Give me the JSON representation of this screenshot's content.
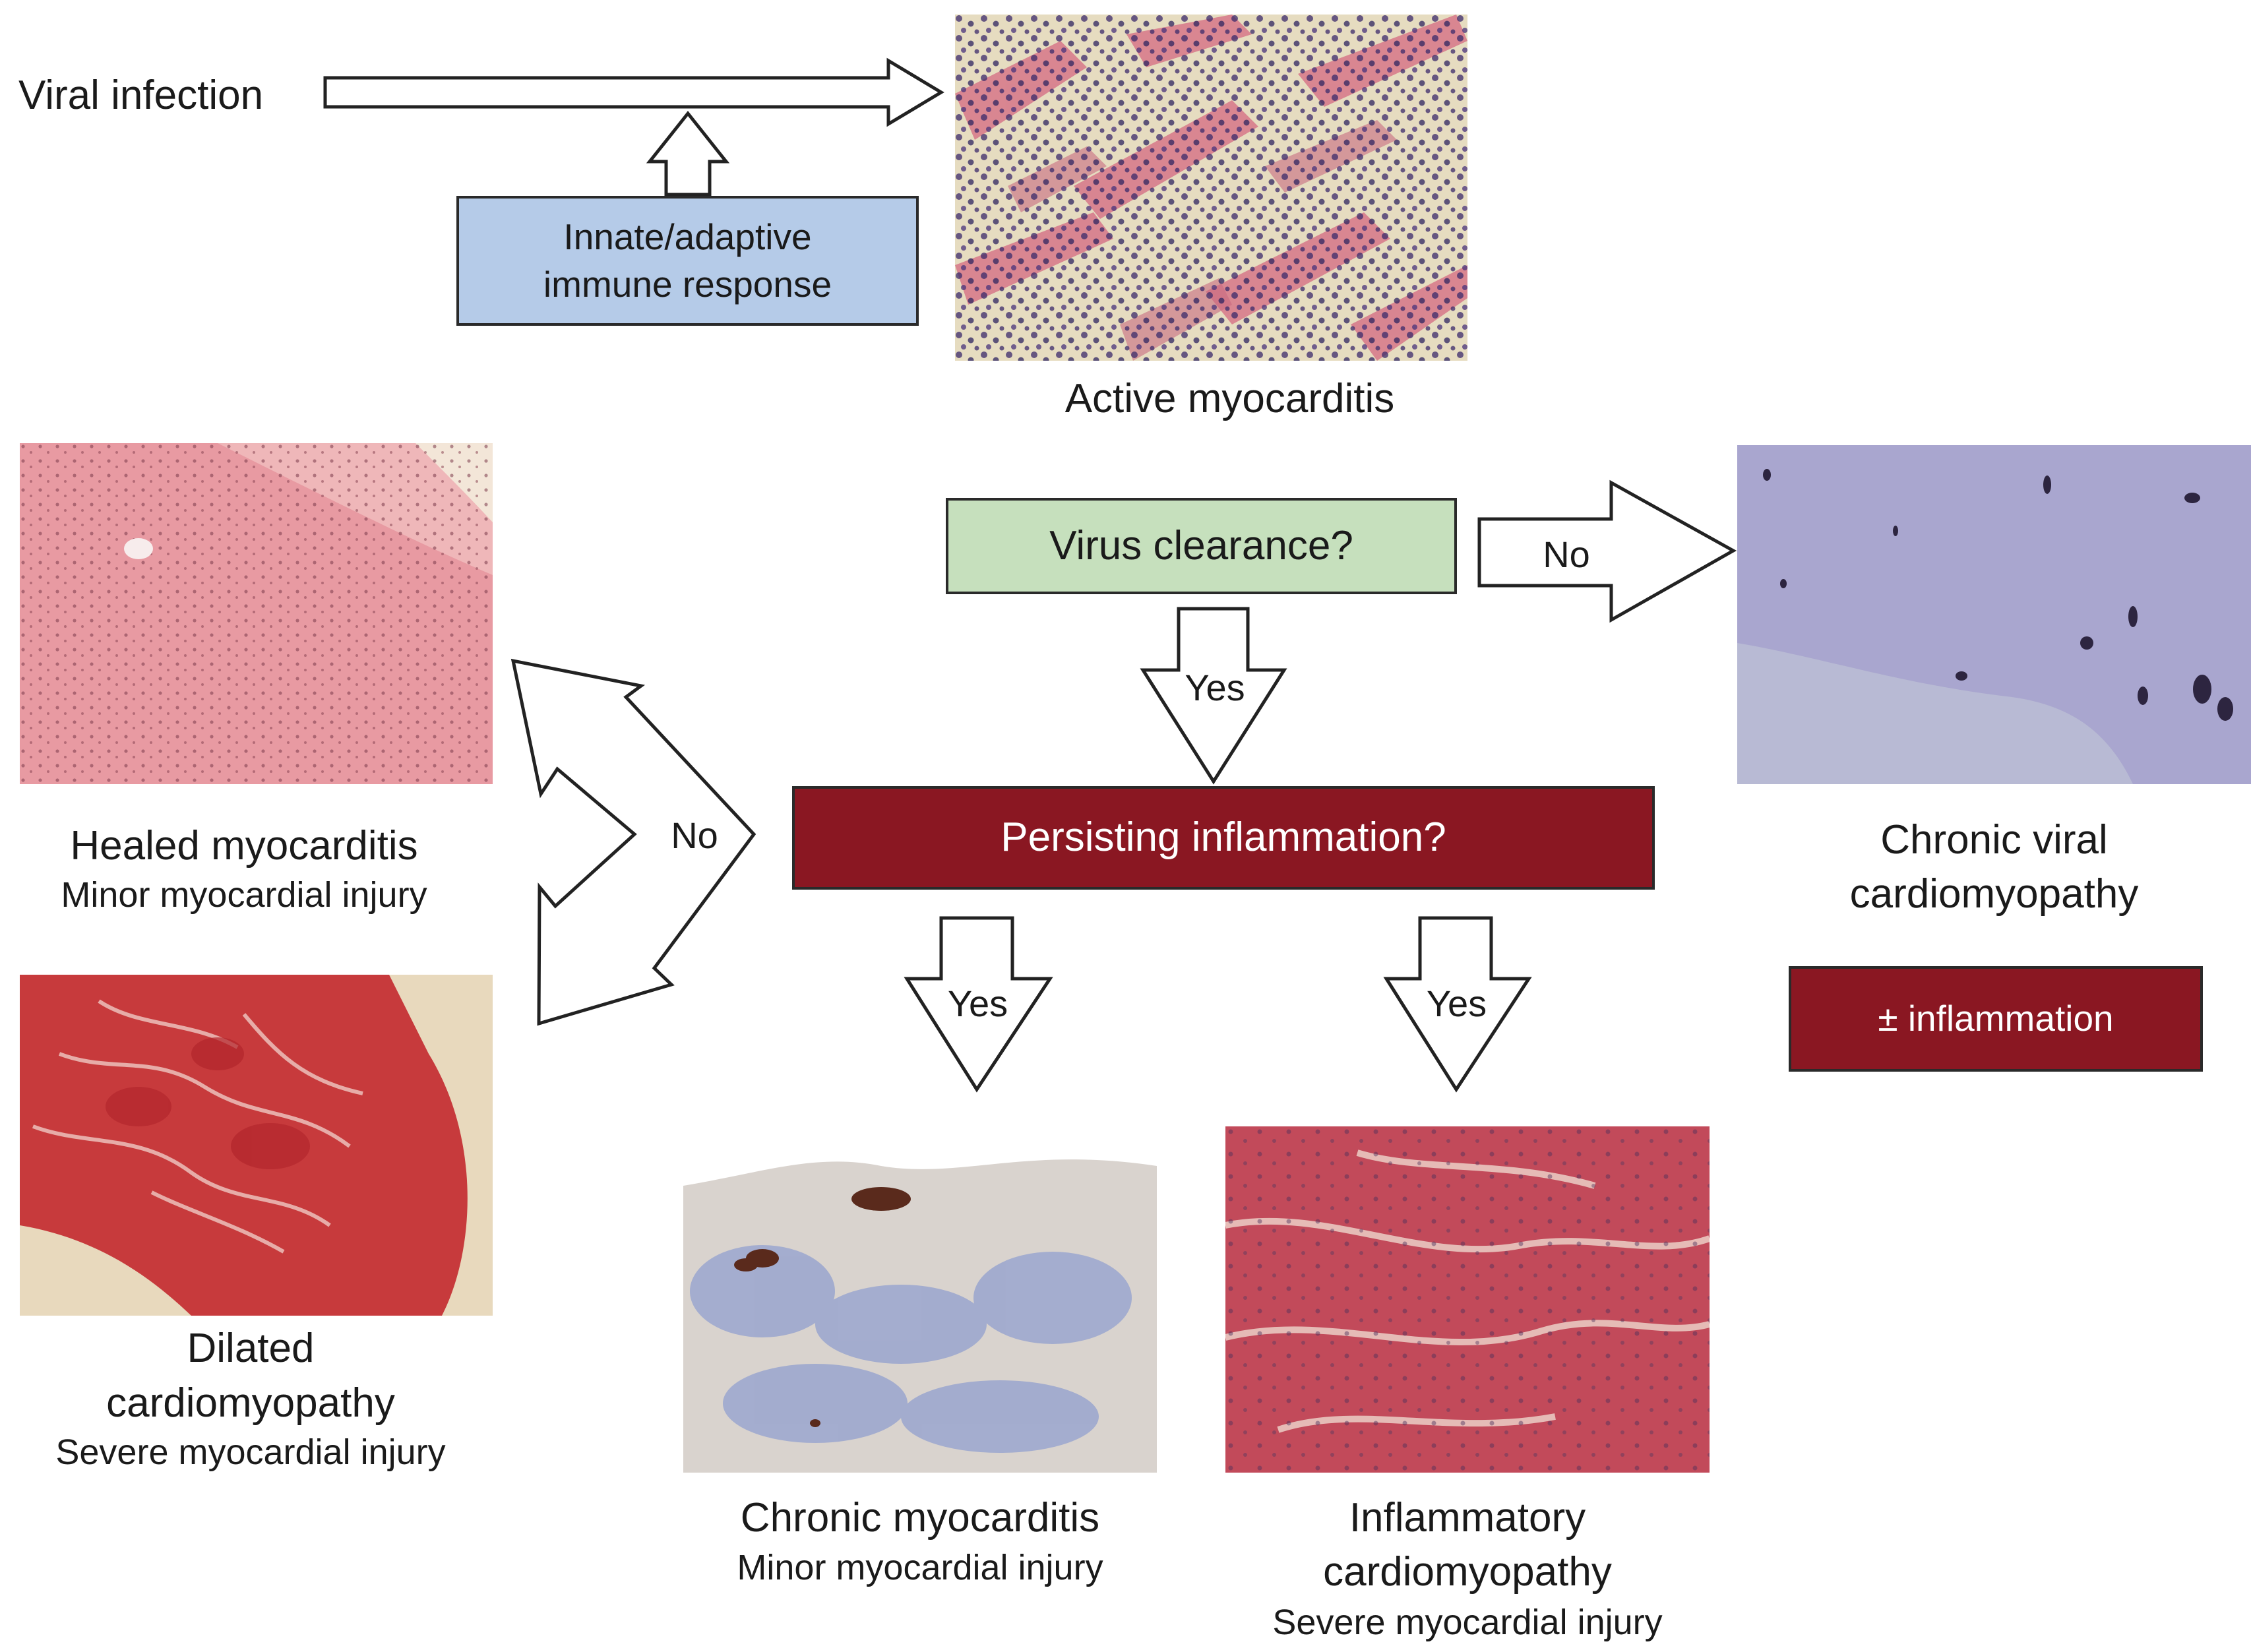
{
  "top": {
    "viral_infection": "Viral infection",
    "immune_response_line1": "Innate/adaptive",
    "immune_response_line2": "immune response",
    "active_myocarditis": "Active myocarditis"
  },
  "decisions": {
    "virus_clearance": "Virus clearance?",
    "persisting_inflammation": "Persisting inflammation?",
    "yes": "Yes",
    "no": "No"
  },
  "outcomes": {
    "healed_title": "Healed myocarditis",
    "healed_sub": "Minor myocardial injury",
    "dilated_title_line1": "Dilated",
    "dilated_title_line2": "cardiomyopathy",
    "dilated_sub": "Severe myocardial injury",
    "chronic_myo_title": "Chronic myocarditis",
    "chronic_myo_sub": "Minor myocardial injury",
    "inflam_cm_line1": "Inflammatory",
    "inflam_cm_line2": "cardiomyopathy",
    "inflam_cm_sub": "Severe myocardial injury",
    "chronic_viral_line1": "Chronic viral",
    "chronic_viral_line2": "cardiomyopathy",
    "plus_minus_inflammation": "± inflammation"
  },
  "colors": {
    "immune_box": "#b5cbe8",
    "clearance_box": "#c6e0bd",
    "dark_red": "#8a1722"
  }
}
